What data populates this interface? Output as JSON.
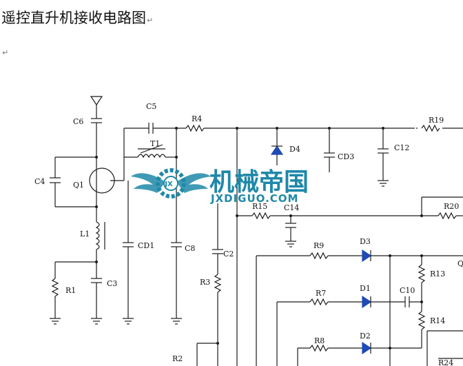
{
  "doc": {
    "title": "遥控直升机接收电路图",
    "return_mark": "↵"
  },
  "labels": {
    "C6": "C6",
    "C5": "C5",
    "R4": "R4",
    "T1": "T1",
    "C4": "C4",
    "Q1": "Q1",
    "D4": "D4",
    "CD3": "CD3",
    "C12": "C12",
    "R19": "R19",
    "L1": "L1",
    "CD1": "CD1",
    "C8": "C8",
    "C2": "C2",
    "R15": "R15",
    "C14": "C14",
    "R20": "R20",
    "R1": "R1",
    "C3": "C3",
    "R3": "R3",
    "R9": "R9",
    "D3": "D3",
    "R13": "R13",
    "Q": "Q",
    "R7": "R7",
    "D1": "D1",
    "C10": "C10",
    "R14": "R14",
    "R8": "R8",
    "D2": "D2",
    "R2": "R2",
    "R24": "R24"
  },
  "watermark": {
    "cn": "机械帝国",
    "en": "JXDIGUO.COM"
  },
  "colors": {
    "wire": "#1a1a1a",
    "accent": "#1f88a8",
    "diode": "#1e4bb4"
  }
}
